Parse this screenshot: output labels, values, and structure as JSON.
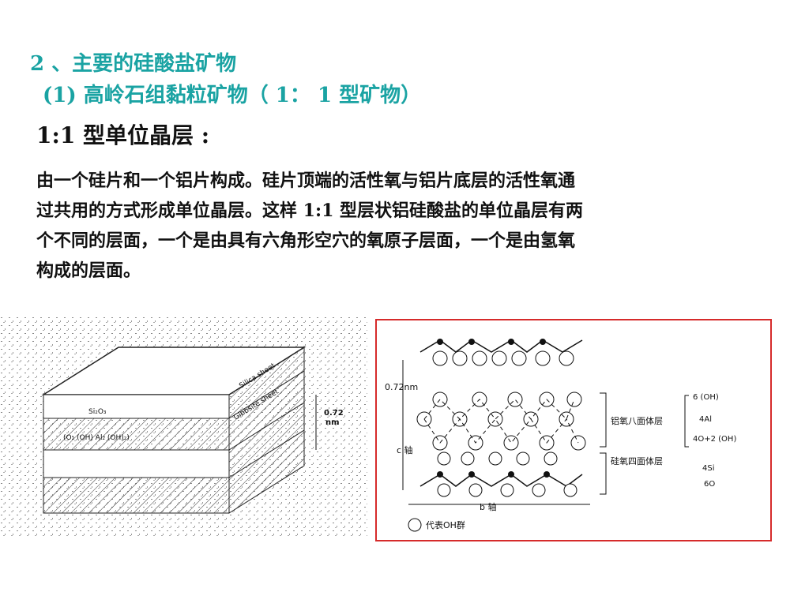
{
  "slide": {
    "heading1": "2 、主要的硅酸盐矿物",
    "heading2": "(1)   高岭石组黏粒矿物（ 1：  1 型矿物）",
    "subtitle": "1:1 型单位晶层 :",
    "body_lines": [
      "由一个硅片和一个铝片构成。硅片顶端的活性氧与铝片底层的活性氧通",
      "过共用的方式形成单位晶层。这样 1:1 型层状铝硅酸盐的单位晶层有两",
      "个不同的层面，一个是由具有六角形空穴的氧原子层面，一个是由氢氧",
      "构成的层面。"
    ]
  },
  "figure_left": {
    "label_silica": "Silica sheet",
    "label_gibbsite": "Gibbsite sheet",
    "label_si2o3": "Si₂O₃",
    "label_formula": "(O₂ (OH) Al₂ (OH)₂)",
    "label_dist": "0.72",
    "label_nm": "nm"
  },
  "figure_right": {
    "label_072": "0.72nm",
    "label_caxis": "c 轴",
    "label_baxis": "b 轴",
    "label_al_layer": "铝氧八面体层",
    "label_si_layer": "硅氧四面体层",
    "label_6oh": "6 (OH)",
    "label_4al": "4Al",
    "label_4o2oh": "4O+2 (OH)",
    "label_4si": "4Si",
    "label_6o": "6O",
    "legend_oh": "代表OH群"
  }
}
